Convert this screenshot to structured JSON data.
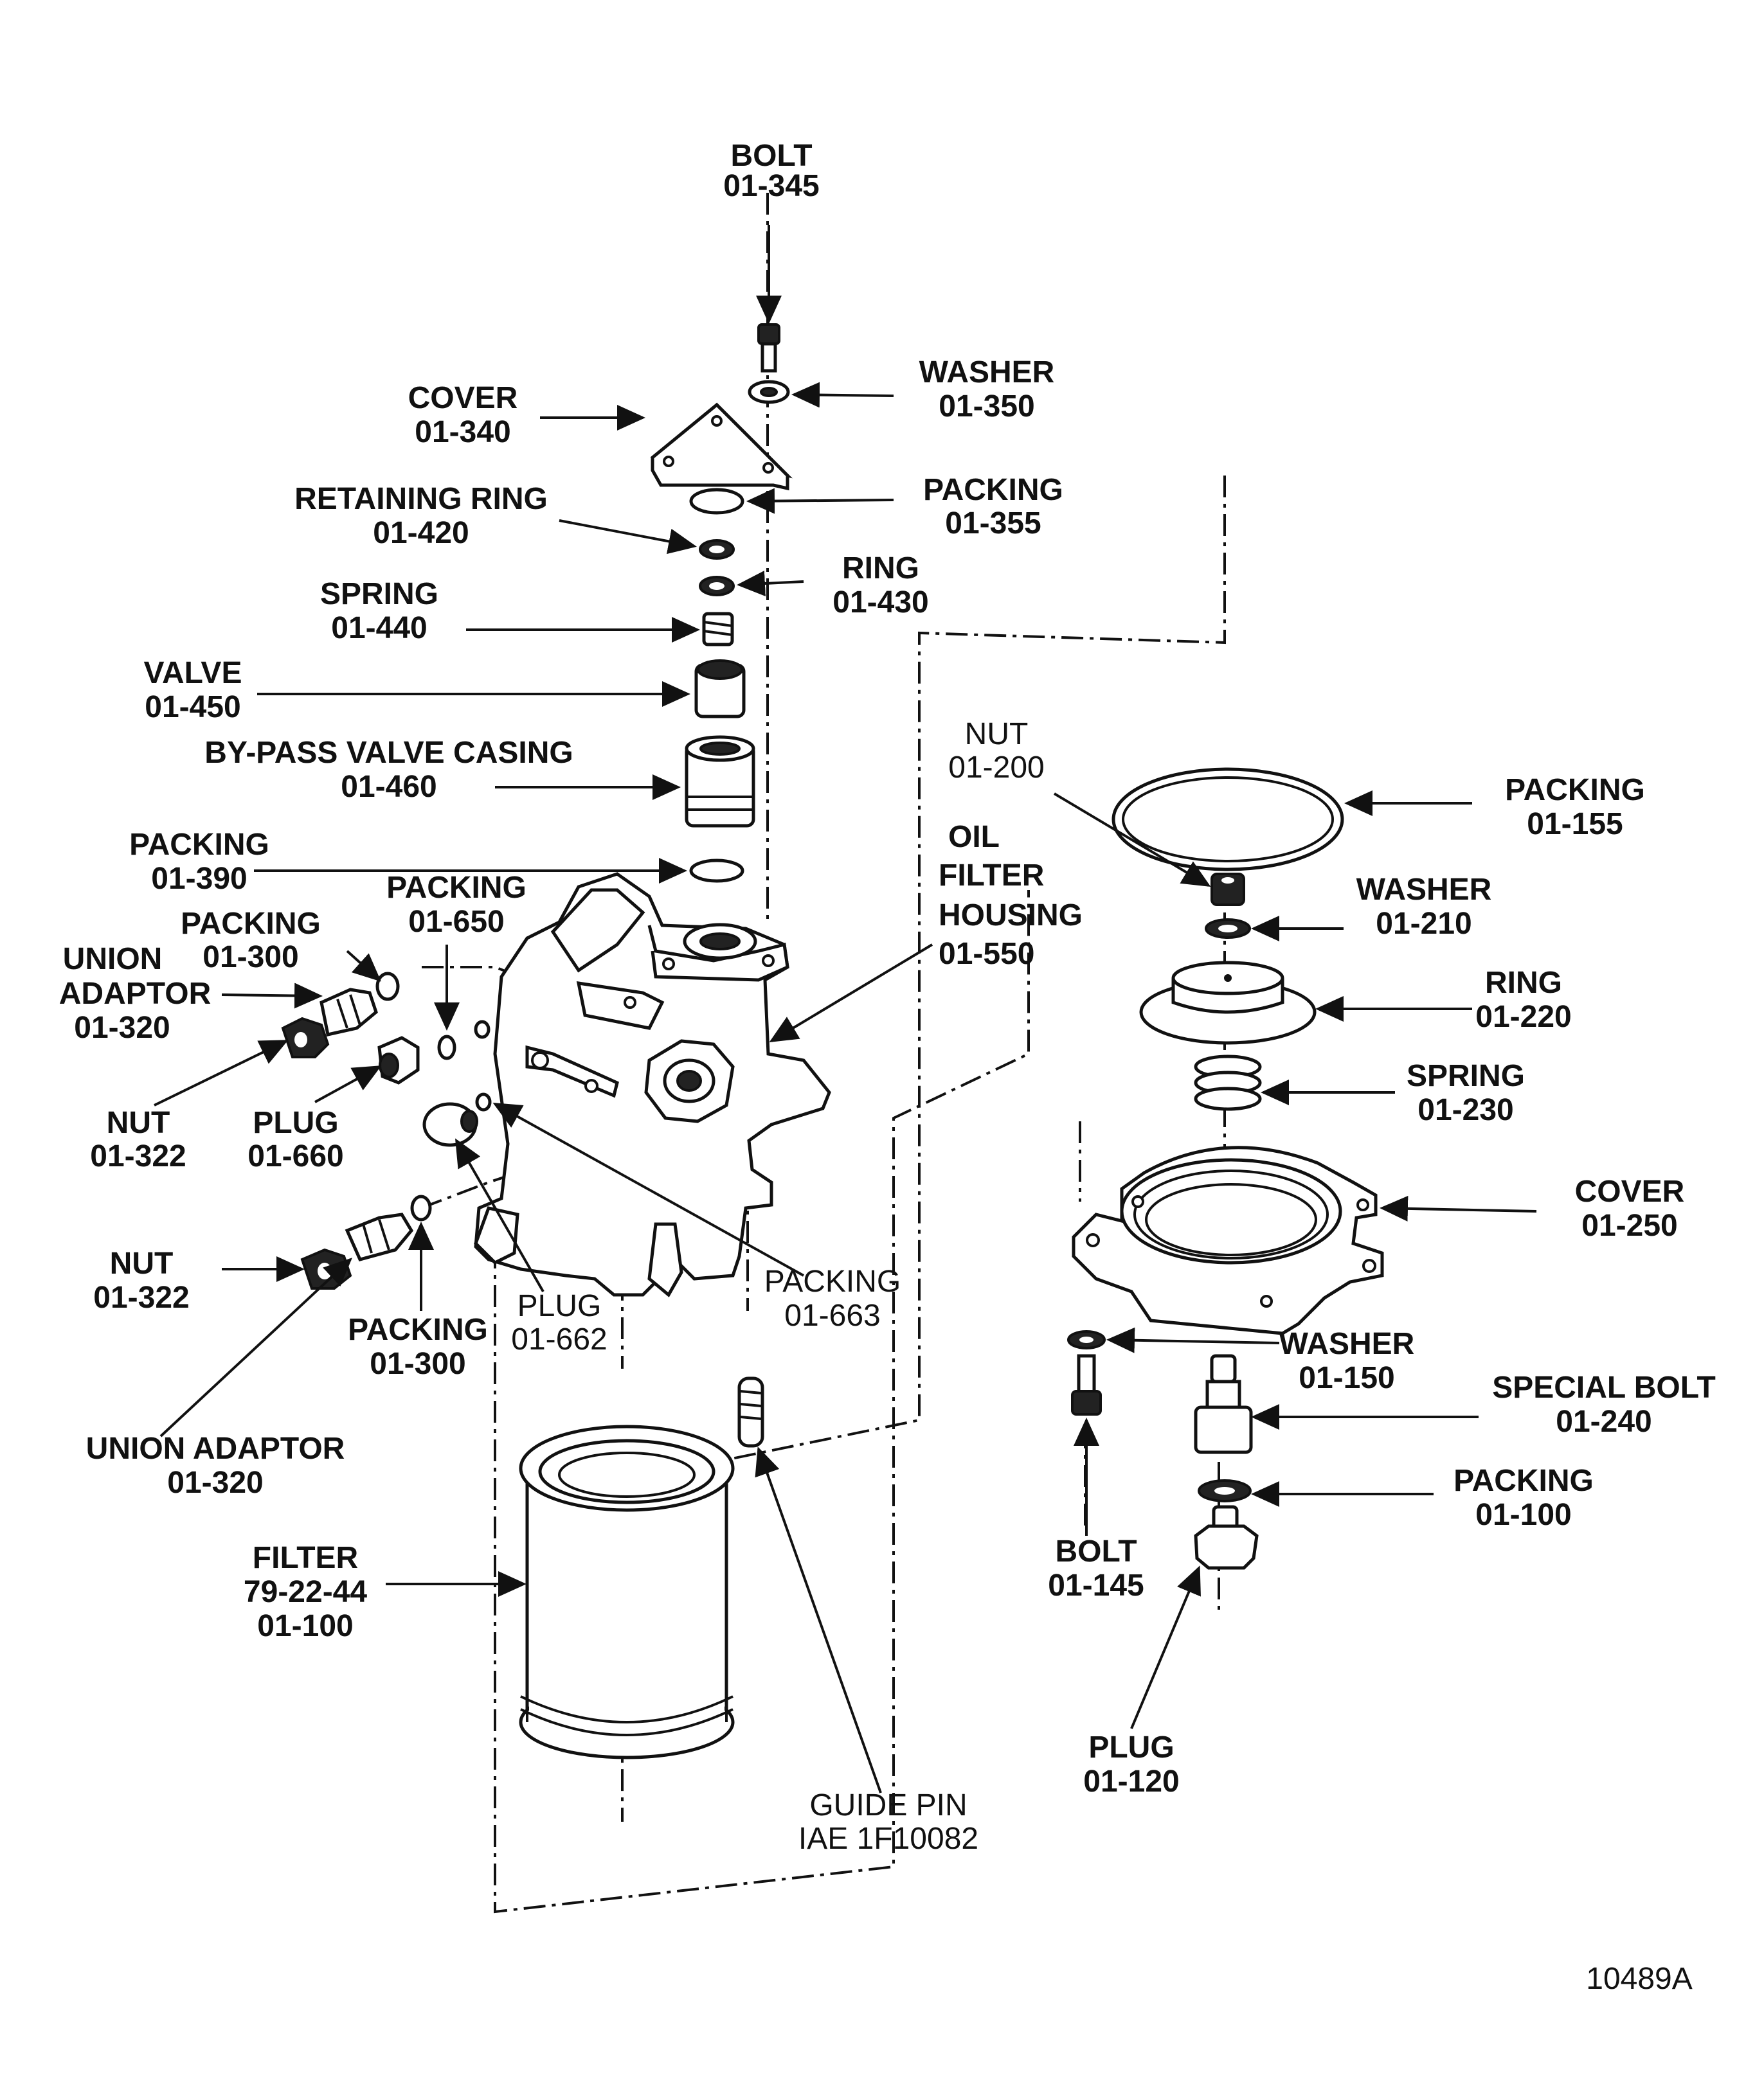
{
  "drawing_number": "10489A",
  "labels": {
    "bolt_345": [
      "BOLT",
      "01-345"
    ],
    "washer_350": [
      "WASHER",
      "01-350"
    ],
    "cover_340": [
      "COVER",
      "01-340"
    ],
    "packing_355": [
      "PACKING",
      "01-355"
    ],
    "retaining_ring_420": [
      "RETAINING RING",
      "01-420"
    ],
    "ring_430": [
      "RING",
      "01-430"
    ],
    "spring_440": [
      "SPRING",
      "01-440"
    ],
    "valve_450": [
      "VALVE",
      "01-450"
    ],
    "bypass_casing_460": [
      "BY-PASS VALVE CASING",
      "01-460"
    ],
    "packing_390": [
      "PACKING",
      "01-390"
    ],
    "packing_650": [
      "PACKING",
      "01-650"
    ],
    "packing_300_top": [
      "PACKING",
      "01-300"
    ],
    "union_adaptor_top": [
      "UNION",
      "ADAPTOR",
      "01-320"
    ],
    "nut_322_top": [
      "NUT",
      "01-322"
    ],
    "plug_660": [
      "PLUG",
      "01-660"
    ],
    "oil_filter_housing": [
      "OIL",
      "FILTER",
      "HOUSING",
      "01-550"
    ],
    "nut_200": [
      "NUT",
      "01-200"
    ],
    "packing_155": [
      "PACKING",
      "01-155"
    ],
    "washer_210": [
      "WASHER",
      "01-210"
    ],
    "ring_220": [
      "RING",
      "01-220"
    ],
    "spring_230": [
      "SPRING",
      "01-230"
    ],
    "cover_250": [
      "COVER",
      "01-250"
    ],
    "washer_150": [
      "WASHER",
      "01-150"
    ],
    "special_bolt_240": [
      "SPECIAL BOLT",
      "01-240"
    ],
    "packing_100": [
      "PACKING",
      "01-100"
    ],
    "bolt_145": [
      "BOLT",
      "01-145"
    ],
    "plug_120": [
      "PLUG",
      "01-120"
    ],
    "nut_322_bottom": [
      "NUT",
      "01-322"
    ],
    "plug_662": [
      "PLUG",
      "01-662"
    ],
    "packing_663": [
      "PACKING",
      "01-663"
    ],
    "packing_300_bottom": [
      "PACKING",
      "01-300"
    ],
    "union_adaptor_bottom": [
      "UNION ADAPTOR",
      "01-320"
    ],
    "filter": [
      "FILTER",
      "79-22-44",
      "01-100"
    ],
    "guide_pin": [
      "GUIDE PIN",
      "IAE 1F10082"
    ]
  }
}
